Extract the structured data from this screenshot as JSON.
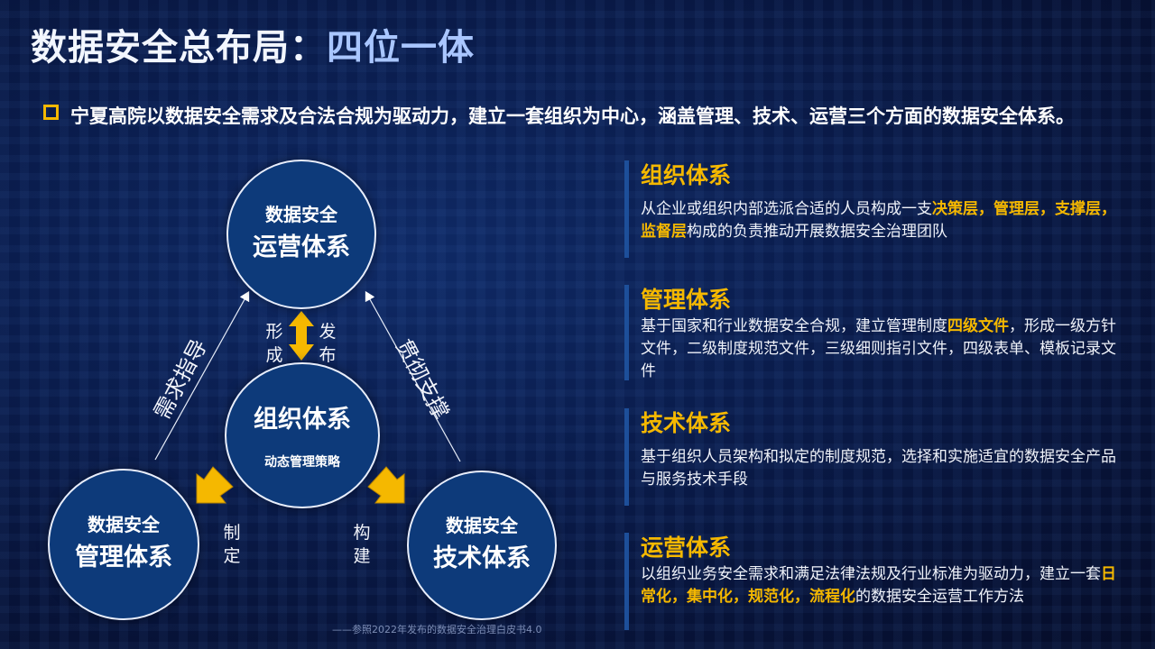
{
  "title": {
    "main": "数据安全总布局：",
    "highlight": "四位一体"
  },
  "intro": "宁夏高院以数据安全需求及合法合规为驱动力，建立一套组织为中心，涵盖管理、技术、运营三个方面的数据安全体系。",
  "diagram": {
    "ops": {
      "line1": "数据安全",
      "line2": "运营体系"
    },
    "org": {
      "line1": "组织体系",
      "line2": "动态管理策略"
    },
    "mgmt": {
      "line1": "数据安全",
      "line2": "管理体系"
    },
    "tech": {
      "line1": "数据安全",
      "line2": "技术体系"
    },
    "label_form": [
      "形",
      "成"
    ],
    "label_publish": [
      "发",
      "布"
    ],
    "label_make": [
      "制",
      "定"
    ],
    "label_build": [
      "构",
      "建"
    ],
    "label_left": "需求指导",
    "label_right": "贯彻支撑",
    "accent_color": "#f5b800"
  },
  "sections": [
    {
      "title": "组织体系",
      "body": [
        {
          "t": "从企业或组织内部选派合适的人员构成一支",
          "h": false
        },
        {
          "t": "决策层，管理层，支撑层，监督层",
          "h": true
        },
        {
          "t": "构成的负责推动开展数据安全治理团队",
          "h": false
        }
      ]
    },
    {
      "title": "管理体系",
      "body": [
        {
          "t": "基于国家和行业数据安全合规，建立管理制度",
          "h": false
        },
        {
          "t": "四级文件",
          "h": true
        },
        {
          "t": "，形成一级方针文件，二级制度规范文件，三级细则指引文件，四级表单、模板记录文件",
          "h": false
        }
      ]
    },
    {
      "title": "技术体系",
      "body": [
        {
          "t": "基于组织人员架构和拟定的制度规范，选择和实施适宜的数据安全产品与服务技术手段",
          "h": false
        }
      ]
    },
    {
      "title": "运营体系",
      "body": [
        {
          "t": "以组织业务安全需求和满足法律法规及行业标准为驱动力，建立一套",
          "h": false
        },
        {
          "t": "日常化，集中化，规范化，流程化",
          "h": true
        },
        {
          "t": "的数据安全运营工作方法",
          "h": false
        }
      ]
    }
  ],
  "footnote": "——参照2022年发布的数据安全治理白皮书4.0"
}
